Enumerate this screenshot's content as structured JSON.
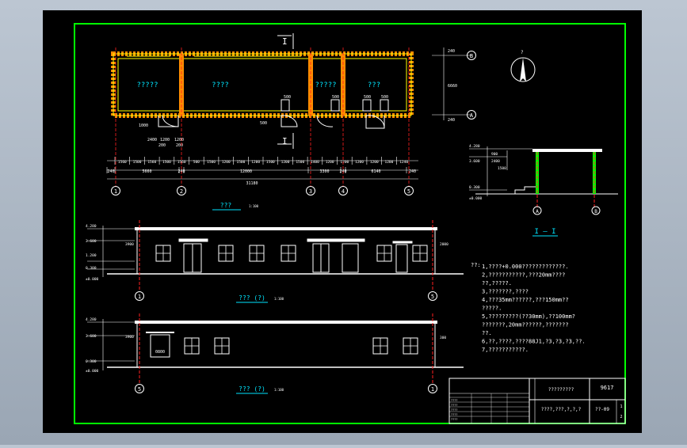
{
  "plan": {
    "title": "???",
    "scale": "1:100",
    "section_marks": [
      "I",
      "I"
    ],
    "rooms": [
      "?????",
      "????",
      "?????",
      "???"
    ],
    "axes_h": [
      "1",
      "2",
      "3",
      "4",
      "5"
    ],
    "axes_v": [
      "B",
      "A"
    ],
    "dims_row1": [
      "1560",
      "1500",
      "1560",
      "1500",
      "1560",
      "500",
      "1500",
      "1200",
      "1500",
      "1200",
      "1500",
      "1200",
      "1500",
      "1400",
      "1200",
      "1200",
      "1200",
      "1200",
      "1200",
      "1240"
    ],
    "dims_row2": [
      "240",
      "5660",
      "240",
      "12000",
      "3300",
      "240",
      "6140",
      "240"
    ],
    "dim_total": "31180",
    "right_dims": [
      "240",
      "6660",
      "240"
    ],
    "door_labels": [
      "500",
      "500",
      "500",
      "500",
      "500"
    ],
    "misc_dims": [
      "2400",
      "1200",
      "1200",
      "200",
      "200",
      "1000"
    ]
  },
  "front_elev": {
    "title": "??? (?)",
    "scale": "1:100",
    "levels": [
      "4.280",
      "3.600",
      "1.200",
      "0.300",
      "±0.000"
    ],
    "axes": [
      "1",
      "5"
    ],
    "side_dims": [
      "3900",
      "2000"
    ]
  },
  "back_elev": {
    "title": "??? (?)",
    "scale": "1:100",
    "levels": [
      "4.280",
      "3.600",
      "0.300",
      "±0.000"
    ],
    "axes": [
      "5",
      "1"
    ],
    "door_tag": "0800",
    "side_dims": [
      "3900",
      "300"
    ]
  },
  "section": {
    "title": "I — I",
    "levels": [
      "4.280",
      "3.600",
      "0.300",
      "±0.000"
    ],
    "axes": [
      "A",
      "B"
    ],
    "dims": [
      "900",
      "2400",
      "1500"
    ]
  },
  "north": {
    "label": "?"
  },
  "notes": {
    "heading": "??:",
    "lines": [
      "1,????+0.000?????????????.",
      "2,???????????,???20mm????",
      "  ??,?????.",
      "3,???????,????",
      "4,???35mm??????,???150mm??",
      "  ?????.",
      "5,?????????(??30mm),??100mm?",
      "  ???????,20mm??????,???????",
      "  ??.",
      "6,??,????,????88J1,?3,?3,?3,??.",
      "7,???????????."
    ]
  },
  "title_block": {
    "project": "?????????",
    "sheet": "9617",
    "drawing": "????,???,?,?,?",
    "number": "??-09",
    "small_left": [
      "????",
      "????",
      "????",
      "????",
      "????"
    ],
    "num1": "1",
    "num2": "2"
  },
  "colors": {
    "bg": "#000000",
    "border": "#00ff00",
    "wall": "#ffff00",
    "hatch": "#ff8c00",
    "axis": "#ff2020",
    "line": "#ffffff",
    "text": "#ffffff",
    "cyan": "#00e5ff",
    "window": "#ffffff"
  }
}
